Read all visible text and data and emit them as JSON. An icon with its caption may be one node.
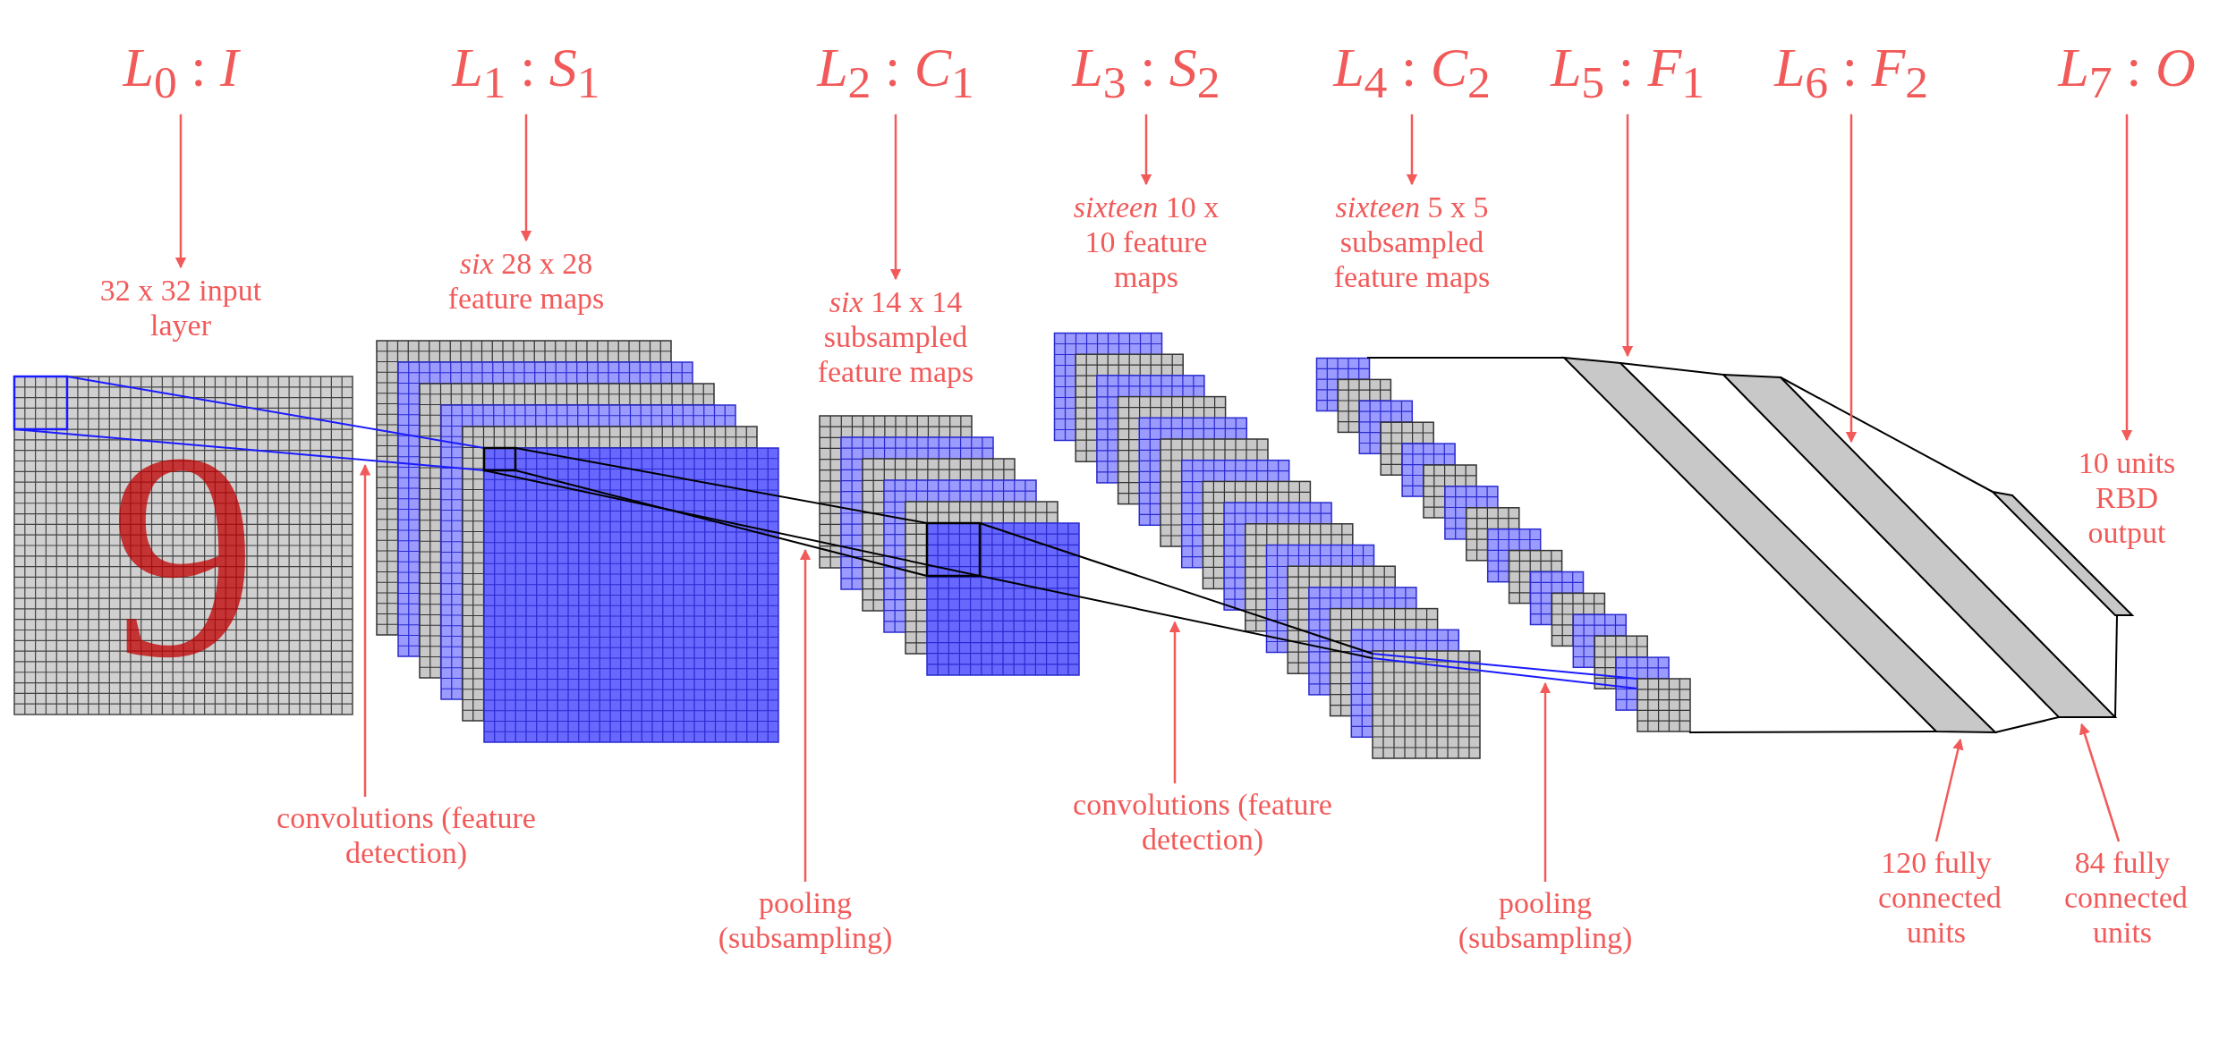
{
  "diagram": {
    "nodes": [
      {
        "text": [
          "*L*$_{0}$ : *I*"
        ]
      },
      {
        "text": [
          "32 x 32 input layer"
        ]
      },
      {
        "text": [
          "*L*$_{1}$ : *S*$_{1}$"
        ]
      },
      {
        "text": [
          "*six* 28 x 28 feature maps"
        ]
      },
      {
        "text": [
          "*L*$_{2}$ : *C*$_{1}$"
        ]
      },
      {
        "text": [
          "*six* 14 x 14 subsampled feature maps"
        ]
      },
      {
        "text": [
          "*L*$_{3}$ : *S*$_{2}$"
        ]
      },
      {
        "text": [
          "*sixteen* 10 x 10 feature maps"
        ]
      },
      {
        "text": [
          "*L*$_{4}$ : *C*$_{2}$"
        ]
      },
      {
        "text": [
          "*sixteen* 5 x 5 subsampled feature maps"
        ]
      },
      {
        "text": [
          "*L*$_{5}$ : *F*$_{1}$"
        ]
      },
      {
        "text": [],
        "shape": "bar"
      },
      {
        "text": [
          "*L*$_{6}$ : *F*$_{2}$"
        ]
      },
      {
        "text": [],
        "shape": "bar"
      },
      {
        "text": [
          "*L*$_{7}$ : *O*"
        ]
      },
      {
        "text": [
          "10 units RBD output"
        ]
      },
      {
        "text": [
          "convolutions (feature detection)"
        ]
      },
      {
        "text": [
          "pooling (subsampling)"
        ]
      },
      {
        "text": [
          "convolutions (feature detection)"
        ]
      },
      {
        "text": [
          "pooling (subsampling)"
        ]
      },
      {
        "text": [
          "120 fully connected units"
        ]
      },
      {
        "text": [
          "84 fully connected units"
        ]
      },
      {
        "text": [],
        "shape": "line"
      },
      {
        "text": [],
        "shape": "line"
      },
      {
        "text": [],
        "shape": "line"
      },
      {
        "text": [],
        "shape": "line"
      }
    ],
    "edges": [
      {
        "from": 0,
        "to": 1,
        "arrow": "to"
      },
      {
        "from": 2,
        "to": 3,
        "arrow": "to"
      },
      {
        "from": 4,
        "to": 5,
        "arrow": "to"
      },
      {
        "from": 6,
        "to": 7,
        "arrow": "to"
      },
      {
        "from": 8,
        "to": 9,
        "arrow": "to"
      },
      {
        "from": 10,
        "to": 11,
        "arrow": "to"
      },
      {
        "from": 12,
        "to": 13,
        "arrow": "to"
      },
      {
        "from": 14,
        "to": 15,
        "arrow": "to"
      },
      {
        "from": 16,
        "to": 22,
        "arrow": "to"
      },
      {
        "from": 17,
        "to": 23,
        "arrow": "to"
      },
      {
        "from": 18,
        "to": 24,
        "arrow": "to"
      },
      {
        "from": 19,
        "to": 25,
        "arrow": "to"
      },
      {
        "from": 20,
        "to": 11,
        "arrow": "to"
      },
      {
        "from": 21,
        "to": 13,
        "arrow": "to"
      }
    ],
    "labels": [
      "9"
    ]
  }
}
